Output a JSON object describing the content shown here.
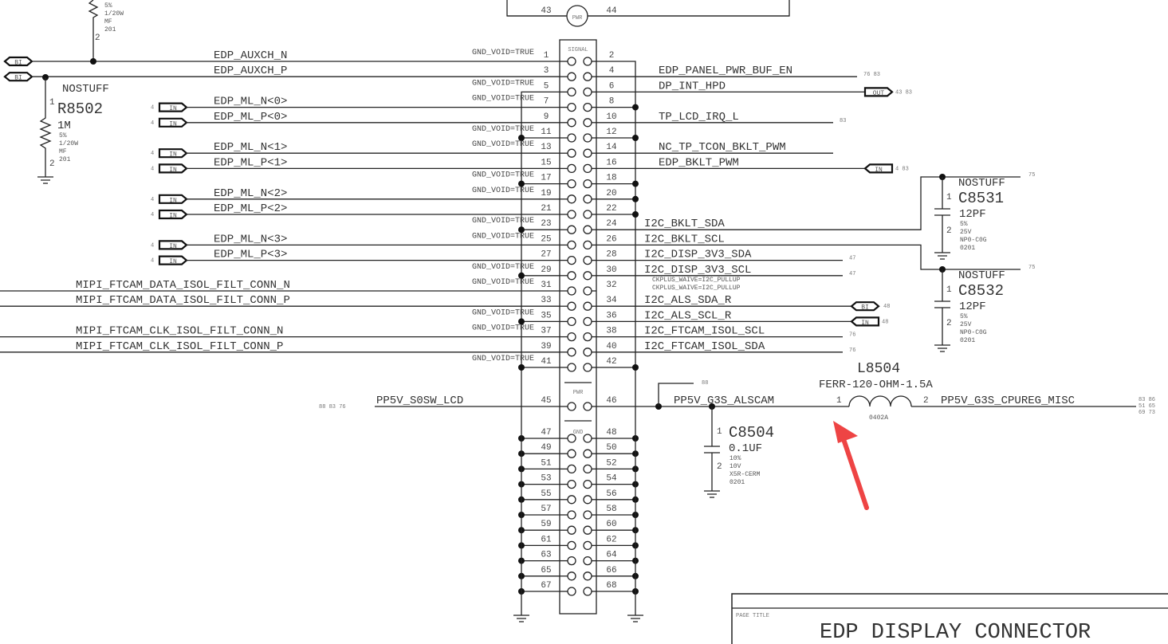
{
  "page_title_label": "PAGE TITLE",
  "page_title": "EDP DISPLAY CONNECTOR",
  "top_resistor": {
    "tol": "5%",
    "power": "1/20W",
    "type": "MF",
    "size": "201",
    "pin2": "2"
  },
  "r8502": {
    "option": "NOSTUFF",
    "pin1": "1",
    "ref": "R8502",
    "value": "1M",
    "tol": "5%",
    "power": "1/20W",
    "type": "MF",
    "size": "201",
    "pin2": "2"
  },
  "connector": {
    "signal": "SIGNAL",
    "pwr": "PWR",
    "gnd": "GND",
    "top_pwr": "PWR",
    "top_left_pin": "43",
    "top_right_pin": "44",
    "pin45": "45",
    "pin46": "46"
  },
  "gnd_void": "GND_VOID=TRUE",
  "gnd_void_pins": [
    1,
    5,
    7,
    11,
    13,
    17,
    19,
    23,
    25,
    29,
    31,
    35,
    37,
    41
  ],
  "signal_left_pins": [
    "1",
    "3",
    "5",
    "7",
    "9",
    "11",
    "13",
    "15",
    "17",
    "19",
    "21",
    "23",
    "25",
    "27",
    "29",
    "31",
    "33",
    "35",
    "37",
    "39",
    "41"
  ],
  "signal_right_pins": [
    "2",
    "4",
    "6",
    "8",
    "10",
    "12",
    "14",
    "16",
    "18",
    "20",
    "22",
    "24",
    "26",
    "28",
    "30",
    "32",
    "34",
    "36",
    "38",
    "40",
    "42"
  ],
  "gnd_left_pins": [
    "47",
    "49",
    "51",
    "53",
    "55",
    "57",
    "59",
    "61",
    "63",
    "65",
    "67"
  ],
  "gnd_right_pins": [
    "48",
    "50",
    "52",
    "54",
    "56",
    "58",
    "60",
    "62",
    "64",
    "66",
    "68"
  ],
  "left_nets": [
    {
      "pin": 1,
      "net": "EDP_AUXCH_N",
      "port": "BI"
    },
    {
      "pin": 3,
      "net": "EDP_AUXCH_P",
      "port": "BI"
    },
    {
      "pin": 7,
      "net": "EDP_ML_N<0>",
      "port": "IN",
      "refs": "4"
    },
    {
      "pin": 9,
      "net": "EDP_ML_P<0>",
      "port": "IN",
      "refs": "4"
    },
    {
      "pin": 13,
      "net": "EDP_ML_N<1>",
      "port": "IN",
      "refs": "4"
    },
    {
      "pin": 15,
      "net": "EDP_ML_P<1>",
      "port": "IN",
      "refs": "4"
    },
    {
      "pin": 19,
      "net": "EDP_ML_N<2>",
      "port": "IN",
      "refs": "4"
    },
    {
      "pin": 21,
      "net": "EDP_ML_P<2>",
      "port": "IN",
      "refs": "4"
    },
    {
      "pin": 25,
      "net": "EDP_ML_N<3>",
      "port": "IN",
      "refs": "4"
    },
    {
      "pin": 27,
      "net": "EDP_ML_P<3>",
      "port": "IN",
      "refs": "4"
    },
    {
      "pin": 31,
      "net": "MIPI_FTCAM_DATA_ISOL_FILT_CONN_N"
    },
    {
      "pin": 33,
      "net": "MIPI_FTCAM_DATA_ISOL_FILT_CONN_P"
    },
    {
      "pin": 37,
      "net": "MIPI_FTCAM_CLK_ISOL_FILT_CONN_N"
    },
    {
      "pin": 39,
      "net": "MIPI_FTCAM_CLK_ISOL_FILT_CONN_P"
    }
  ],
  "right_nets": [
    {
      "pin": 4,
      "net": "EDP_PANEL_PWR_BUF_EN",
      "refs": "76 83"
    },
    {
      "pin": 6,
      "net": "DP_INT_HPD",
      "port": "OUT",
      "refs": "43 83"
    },
    {
      "pin": 10,
      "net": "TP_LCD_IRQ_L",
      "refs": "83"
    },
    {
      "pin": 14,
      "net": "NC_TP_TCON_BKLT_PWM"
    },
    {
      "pin": 16,
      "net": "EDP_BKLT_PWM",
      "port": "IN",
      "refs": "4 83"
    },
    {
      "pin": 24,
      "net": "I2C_BKLT_SDA"
    },
    {
      "pin": 26,
      "net": "I2C_BKLT_SCL"
    },
    {
      "pin": 28,
      "net": "I2C_DISP_3V3_SDA",
      "refs": "47"
    },
    {
      "pin": 30,
      "net": "I2C_DISP_3V3_SCL",
      "refs": "47"
    },
    {
      "pin": 34,
      "net": "I2C_ALS_SDA_R",
      "port": "BI",
      "refs": "48"
    },
    {
      "pin": 36,
      "net": "I2C_ALS_SCL_R",
      "port": "IN",
      "refs": "48"
    },
    {
      "pin": 38,
      "net": "I2C_FTCAM_ISOL_SCL",
      "refs": "76"
    },
    {
      "pin": 40,
      "net": "I2C_FTCAM_ISOL_SDA",
      "refs": "76"
    }
  ],
  "ckplus": [
    "CKPLUS_WAIVE=I2C_PULLUP",
    "CKPLUS_WAIVE=I2C_PULLUP"
  ],
  "pp5v_lcd": {
    "net": "PP5V_S0SW_LCD",
    "refs": "88 83 76"
  },
  "pp5v_alscam": {
    "net": "PP5V_G3S_ALSCAM",
    "refs": "88"
  },
  "pp5v_cpureg": {
    "net": "PP5V_G3S_CPUREG_MISC",
    "refs": [
      "83 86",
      "51 65",
      "69 73"
    ]
  },
  "c8531": {
    "option": "NOSTUFF",
    "pin1": "1",
    "ref": "C8531",
    "value": "12PF",
    "tol": "5%",
    "volt": "25V",
    "diel": "NP0-C0G",
    "size": "0201",
    "pin2": "2",
    "net_ref": "75"
  },
  "c8532": {
    "option": "NOSTUFF",
    "pin1": "1",
    "ref": "C8532",
    "value": "12PF",
    "tol": "5%",
    "volt": "25V",
    "diel": "NP0-C0G",
    "size": "0201",
    "pin2": "2",
    "net_ref": "75"
  },
  "c8504": {
    "pin1": "1",
    "ref": "C8504",
    "value": "0.1UF",
    "tol": "10%",
    "volt": "10V",
    "diel": "X5R-CERM",
    "size": "0201",
    "pin2": "2"
  },
  "l8504": {
    "ref": "L8504",
    "value": "FERR-120-OHM-1.5A",
    "pin1": "1",
    "pin2": "2",
    "size": "0402A"
  },
  "colors": {
    "wire": "#222222",
    "annotation_arrow": "#ee4444"
  }
}
